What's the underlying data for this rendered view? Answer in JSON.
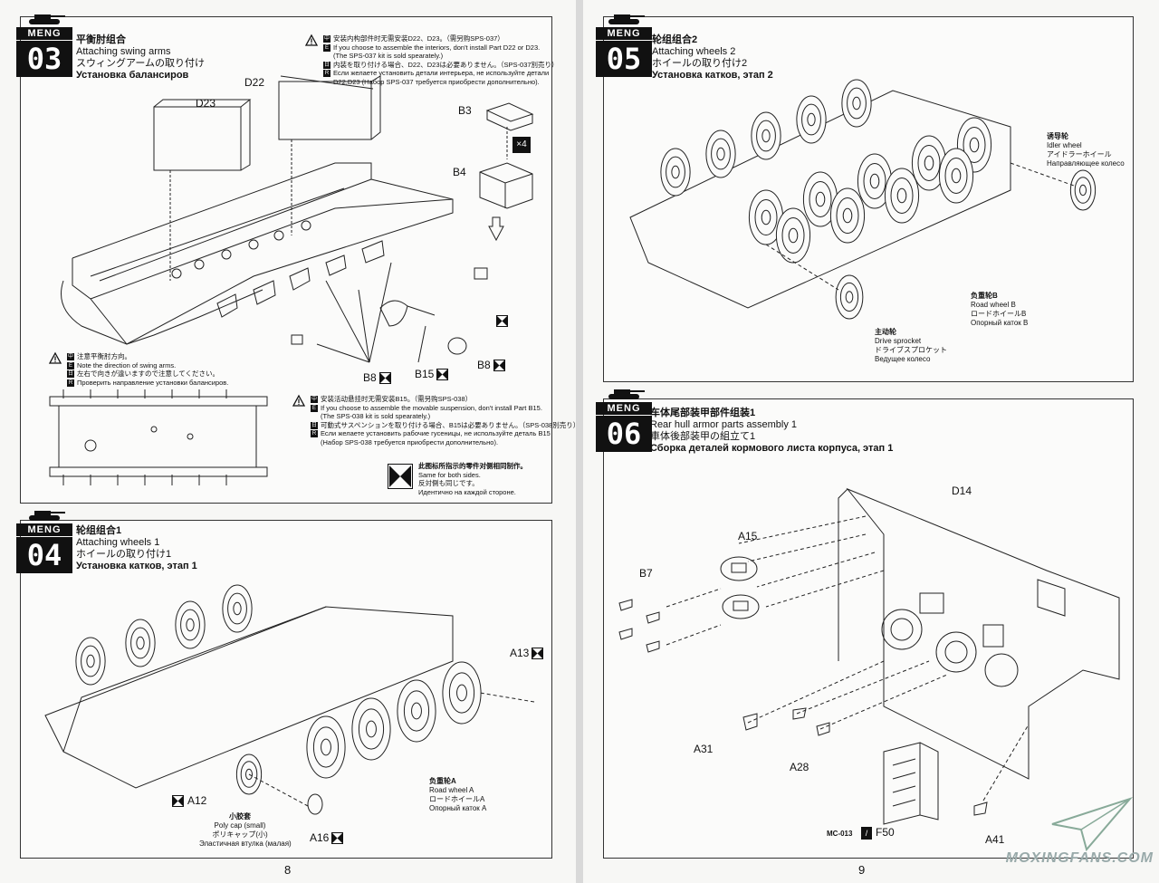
{
  "step03": {
    "badge_logo": "MENG",
    "badge_num": "03",
    "title_cn": "平衡肘组合",
    "title_en": "Attaching swing arms",
    "title_jp": "スウィングアームの取り付け",
    "title_ru": "Установка балансиров",
    "note_top": [
      {
        "flag": "中",
        "text": "安装内构部件时无需安装D22、D23。（需另购SPS-037）"
      },
      {
        "flag": "EN",
        "text": "If you choose to assemble the interiors, don't install Part D22 or D23."
      },
      {
        "flag": "",
        "text": "(The SPS-037 kit is sold spearately.)"
      },
      {
        "flag": "日",
        "text": "内装を取り付ける場合、D22、D23は必要ありません。（SPS-037別売り）"
      },
      {
        "flag": "RU",
        "text": "Если желаете установить детали интерьера, не используйте детали"
      },
      {
        "flag": "",
        "text": "D22,D23 (Набор SPS-037 требуется приобрести дополнительно)."
      }
    ],
    "note_left": [
      {
        "flag": "中",
        "text": "注意平衡肘方向。"
      },
      {
        "flag": "EN",
        "text": "Note the direction of swing arms."
      },
      {
        "flag": "日",
        "text": "左右で向きが違いますので注意してください。"
      },
      {
        "flag": "RU",
        "text": "Проверить направлениe установки балансиров."
      }
    ],
    "note_mid": [
      {
        "flag": "中",
        "text": "安装活动悬挂时无需安装B15。（需另购SPS-038）"
      },
      {
        "flag": "EN",
        "text": "If you choose to assemble the movable suspension, don't install Part B15."
      },
      {
        "flag": "",
        "text": "(The SPS-038 kit is sold spearately.)"
      },
      {
        "flag": "日",
        "text": "可動式サスペンションを取り付ける場合、B15は必要ありません。（SPS-038別売り）"
      },
      {
        "flag": "RU",
        "text": "Если желаете установить рабочие гусеницы, не используйте деталь B15"
      },
      {
        "flag": "",
        "text": "(Набор SPS-038 требуется приобрести дополнительно)."
      }
    ],
    "same_both": [
      "此图标所指示的零件对侧相同制作。",
      "Same for both sides.",
      "反対側も同じです。",
      "Идентично на каждой стороне."
    ],
    "labels": {
      "d23": "D23",
      "d22": "D22",
      "b3": "B3",
      "b4": "B4",
      "x4": "×4",
      "b8a": "B8",
      "b15": "B15",
      "b8b": "B8"
    }
  },
  "step04": {
    "badge_logo": "MENG",
    "badge_num": "04",
    "title_cn": "轮组组合1",
    "title_en": "Attaching wheels 1",
    "title_jp": "ホイールの取り付け1",
    "title_ru": "Установка катков, этап 1",
    "labels": {
      "a13": "A13",
      "a12": "A12",
      "a16": "A16"
    },
    "polycap": [
      "小胶套",
      "Poly cap (small)",
      "ポリキャップ(小)",
      "Эластичная втулка (малая)"
    ],
    "roadwheel_a": [
      "负重轮A",
      "Road wheel A",
      "ロードホイールA",
      "Опорный каток А"
    ]
  },
  "step05": {
    "badge_logo": "MENG",
    "badge_num": "05",
    "title_cn": "轮组组合2",
    "title_en": "Attaching wheels 2",
    "title_jp": "ホイールの取り付け2",
    "title_ru": "Установка катков, этап 2",
    "idler": [
      "诱导轮",
      "Idler wheel",
      "アイドラーホイール",
      "Направляющее колесо"
    ],
    "roadwheel_b": [
      "负重轮B",
      "Road wheel B",
      "ロードホイールB",
      "Опорный каток В"
    ],
    "sprocket": [
      "主动轮",
      "Drive sprocket",
      "ドライブスプロケット",
      "Ведущее колесо"
    ]
  },
  "step06": {
    "badge_logo": "MENG",
    "badge_num": "06",
    "title_cn": "车体尾部装甲部件组装1",
    "title_en": "Rear hull armor parts assembly 1",
    "title_jp": "車体後部装甲の組立て1",
    "title_ru": "Сборка деталей кормового листа корпуса, этап 1",
    "labels": {
      "d14": "D14",
      "a15": "A15",
      "b7": "B7",
      "a31": "A31",
      "a28": "A28",
      "mc013": "MC-013",
      "f50": "F50",
      "a41": "A41"
    }
  },
  "pages": {
    "left": "8",
    "right": "9"
  },
  "watermark": "MOXINGFANS.COM"
}
